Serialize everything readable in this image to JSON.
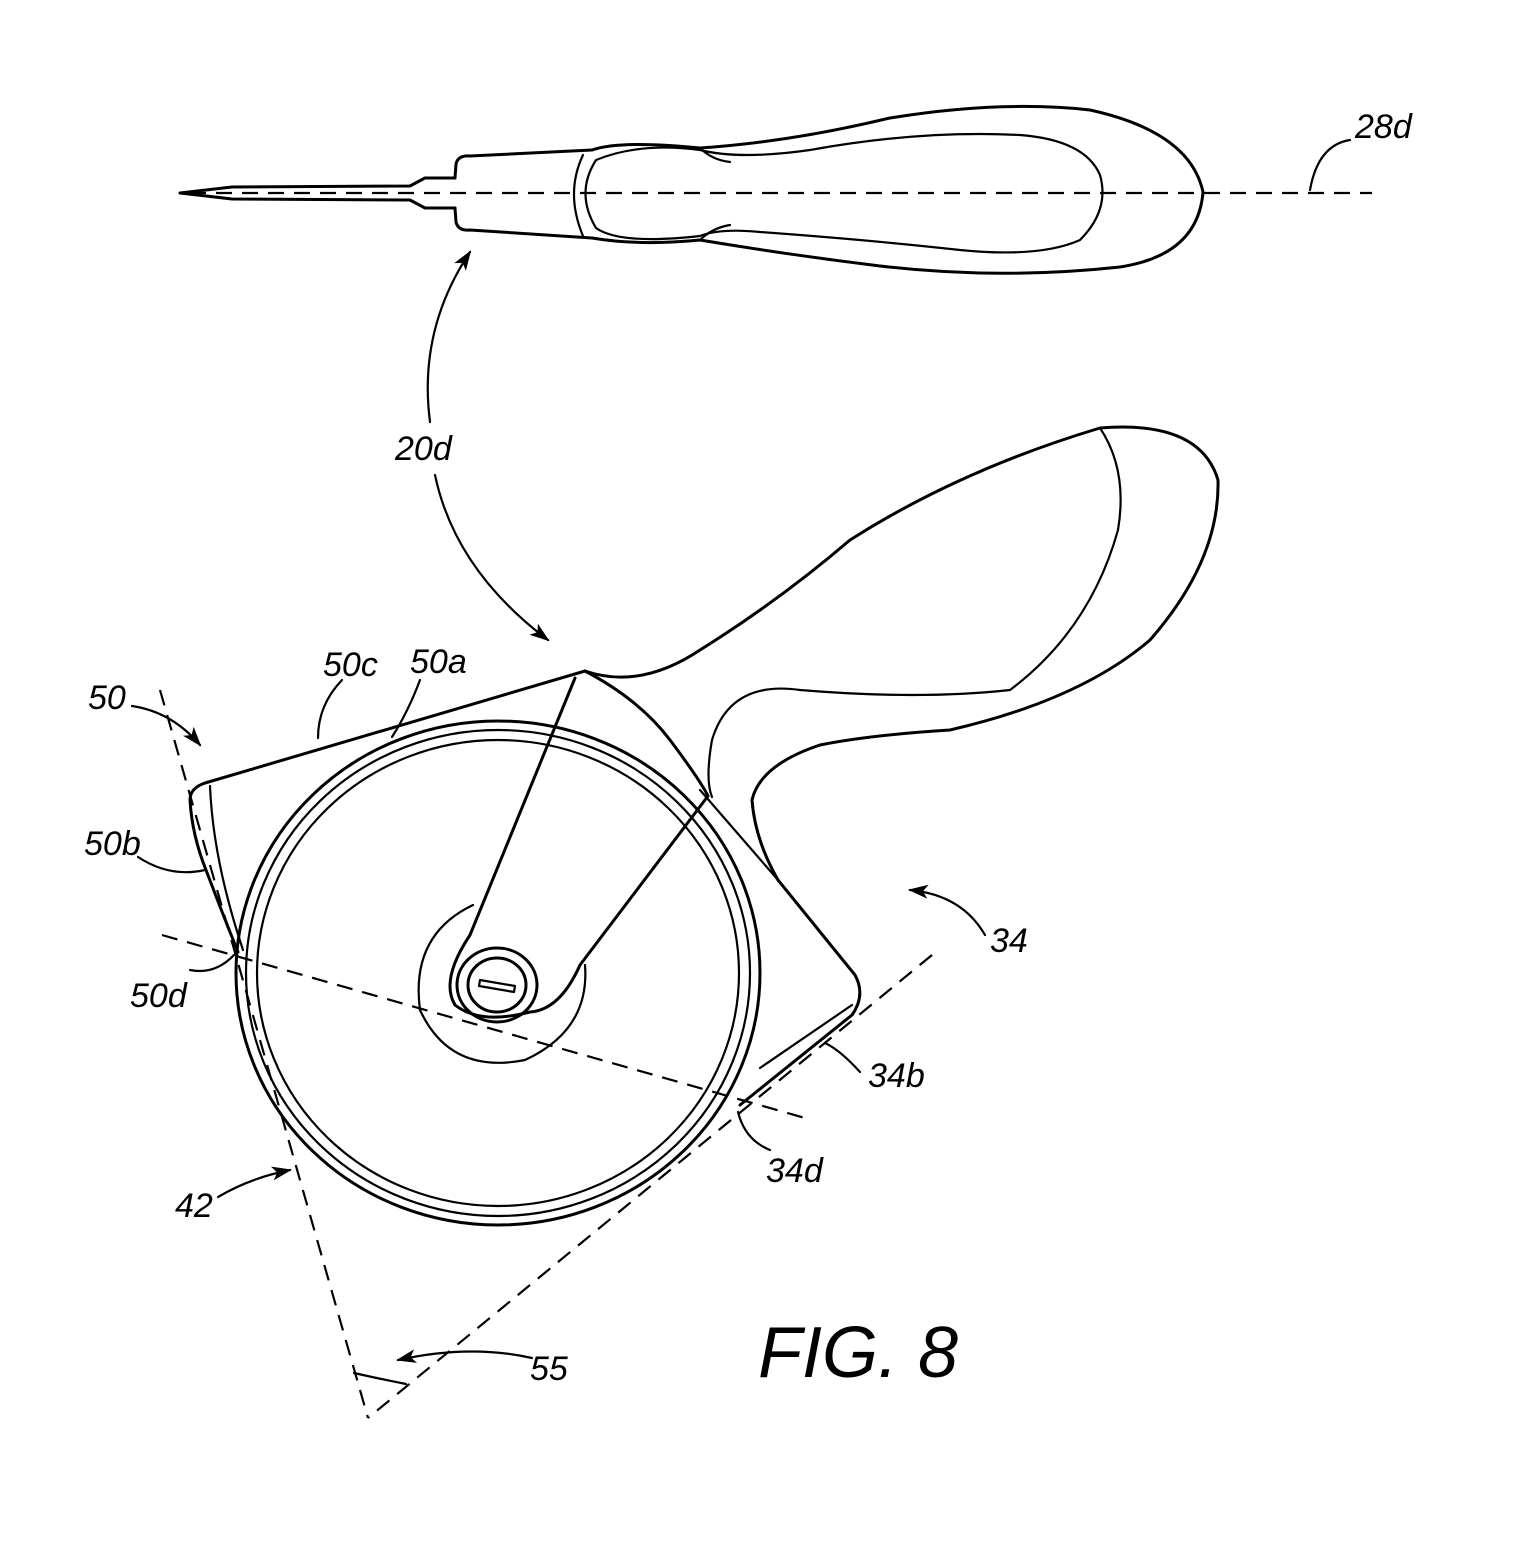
{
  "figure_label": "FIG. 8",
  "labels": {
    "axis_handle": "28d",
    "device": "20d",
    "guard_left": "50",
    "guard_left_c": "50c",
    "guard_left_a": "50a",
    "guard_left_b": "50b",
    "guard_left_d": "50d",
    "guard_right": "34",
    "guard_right_b": "34b",
    "guard_right_d": "34d",
    "blade": "42",
    "angle": "55"
  }
}
